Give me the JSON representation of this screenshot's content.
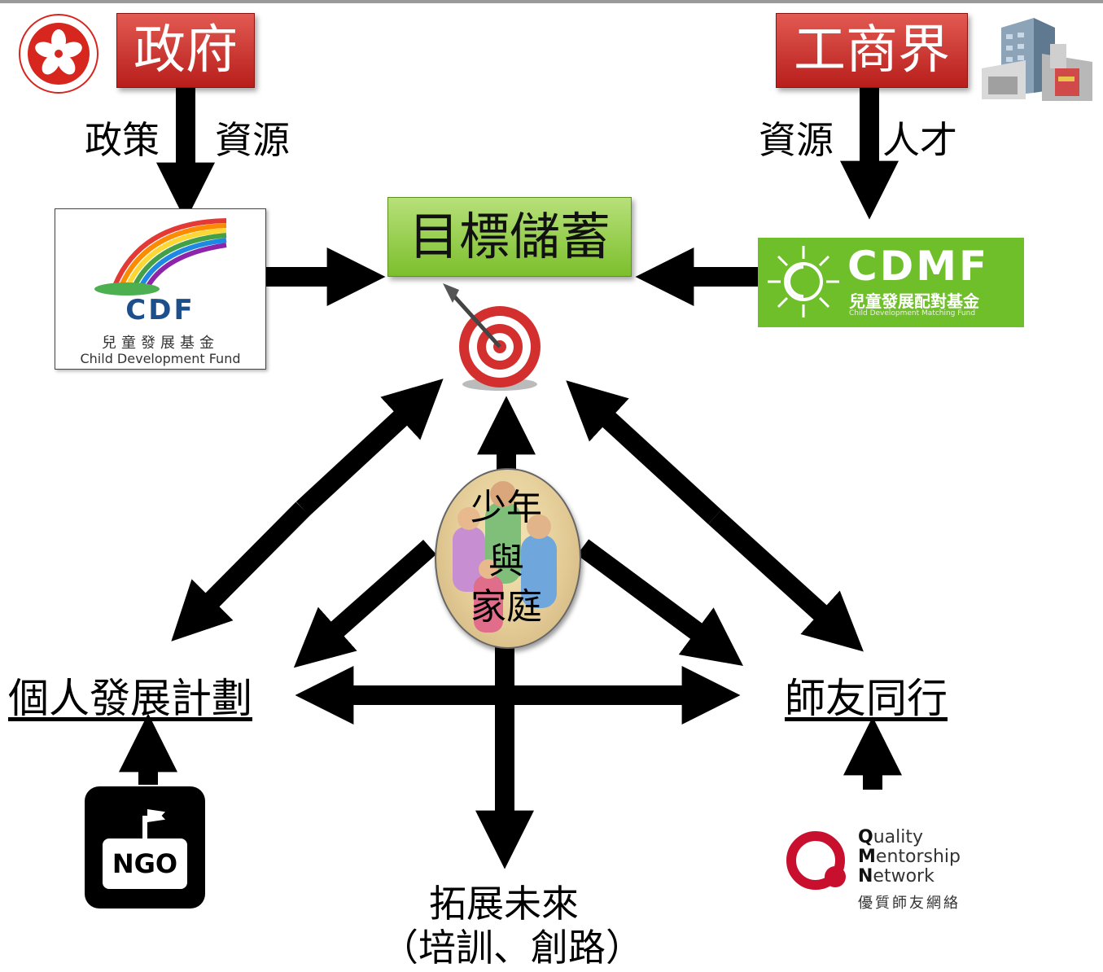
{
  "nodes": {
    "government": "政府",
    "business": "工商界",
    "target_savings": "目標儲蓄",
    "youth_family": [
      "少年",
      "與",
      "家庭"
    ],
    "personal_plan": "個人發展計劃",
    "mentorship": "師友同行",
    "future_line1": "拓展未來",
    "future_line2": "（培訓、創路）"
  },
  "edge_labels": {
    "gov_left": "政策",
    "gov_right": "資源",
    "biz_left": "資源",
    "biz_right": "人才"
  },
  "logos": {
    "cdf": {
      "code": "CDF",
      "chinese": "兒童發展基金",
      "english": "Child Development Fund"
    },
    "cdmf": {
      "code": "CDMF",
      "chinese": "兒童發展配對基金",
      "english": "Child Development Matching Fund"
    },
    "ngo": {
      "code": "NGO"
    },
    "qmn": {
      "line1_initial": "Q",
      "line1_rest": "uality",
      "line2_initial": "M",
      "line2_rest": "entorship",
      "line3_initial": "N",
      "line3_rest": "etwork",
      "chinese": "優質師友網絡"
    },
    "hk_emblem": {
      "icon": "bauhinia-emblem-icon",
      "color": "#d7261e"
    },
    "building": {
      "icon": "office-building-icon"
    }
  },
  "colors": {
    "red_box": "#c8302b",
    "green_box": "#8cc63f",
    "cdmf_green": "#6fbf2b",
    "arrow": "#000000"
  }
}
